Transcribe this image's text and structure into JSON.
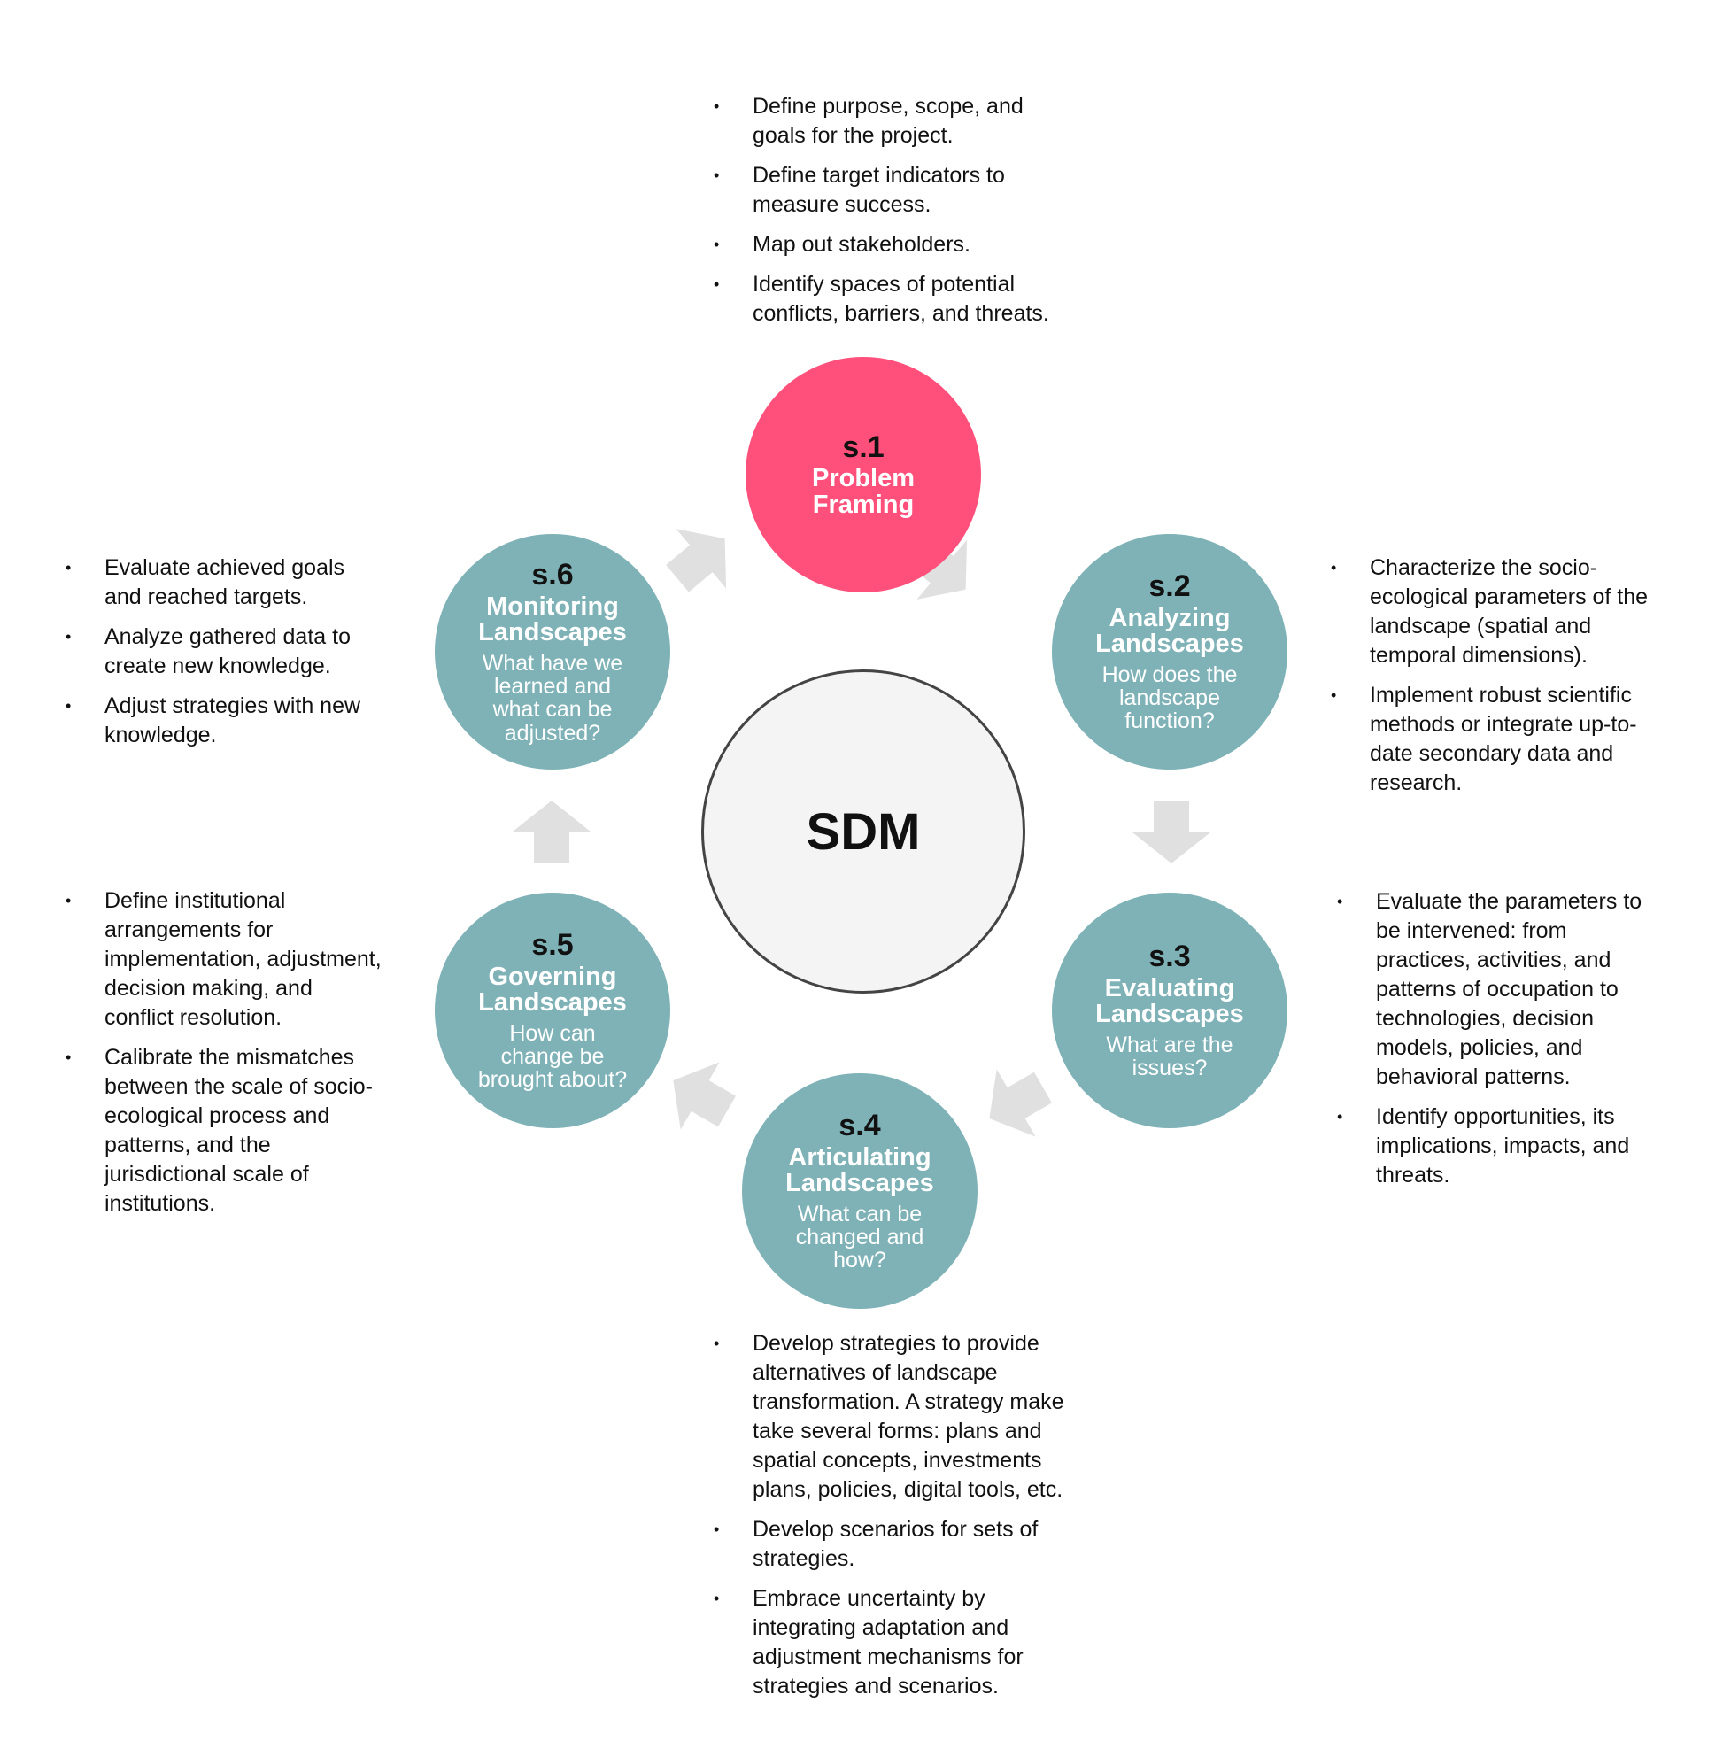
{
  "center_label": "SDM",
  "colors": {
    "teal": "#7fb2b7",
    "pink": "#ff4f7b",
    "arrow": "#e0e0e0"
  },
  "steps": {
    "s1": {
      "code": "s.1",
      "title_lines": [
        "Problem",
        "Framing"
      ],
      "question_lines": []
    },
    "s2": {
      "code": "s.2",
      "title_lines": [
        "Analyzing",
        "Landscapes"
      ],
      "question_lines": [
        "How does the",
        "landscape",
        "function?"
      ]
    },
    "s3": {
      "code": "s.3",
      "title_lines": [
        "Evaluating",
        "Landscapes"
      ],
      "question_lines": [
        "What are the",
        "issues?"
      ]
    },
    "s4": {
      "code": "s.4",
      "title_lines": [
        "Articulating",
        "Landscapes"
      ],
      "question_lines": [
        "What can be",
        "changed and",
        "how?"
      ]
    },
    "s5": {
      "code": "s.5",
      "title_lines": [
        "Governing",
        "Landscapes"
      ],
      "question_lines": [
        "How can",
        "change be",
        "brought about?"
      ]
    },
    "s6": {
      "code": "s.6",
      "title_lines": [
        "Monitoring",
        "Landscapes"
      ],
      "question_lines": [
        "What have we",
        "learned and",
        "what can be",
        "adjusted?"
      ]
    }
  },
  "bullets": {
    "s1": [
      [
        "Define purpose, scope, and",
        "goals for the project."
      ],
      [
        "Define target indicators to",
        "measure success."
      ],
      [
        "Map out stakeholders."
      ],
      [
        "Identify spaces of potential",
        "conflicts, barriers, and threats."
      ]
    ],
    "s2": [
      [
        "Characterize the socio-",
        "ecological parameters of the",
        "landscape (spatial and",
        "temporal dimensions)."
      ],
      [
        "Implement robust scientific",
        "methods or integrate up-to-",
        "date secondary data and",
        "research."
      ]
    ],
    "s3": [
      [
        "Evaluate the parameters to",
        "be intervened: from",
        "practices, activities, and",
        "patterns of occupation to",
        "technologies, decision",
        "models, policies, and",
        "behavioral patterns."
      ],
      [
        "Identify opportunities, its",
        "implications, impacts, and",
        "threats."
      ]
    ],
    "s4": [
      [
        "Develop strategies to provide",
        "alternatives of landscape",
        "transformation. A strategy make",
        "take several forms: plans and",
        "spatial concepts, investments",
        "plans, policies, digital tools, etc."
      ],
      [
        "Develop scenarios for sets of",
        "strategies."
      ],
      [
        "Embrace uncertainty by",
        "integrating adaptation and",
        "adjustment mechanisms for",
        "strategies and scenarios."
      ]
    ],
    "s5": [
      [
        "Define institutional",
        "arrangements for",
        "implementation, adjustment,",
        "decision making, and",
        "conflict resolution."
      ],
      [
        "Calibrate the mismatches",
        "between the scale of socio-",
        "ecological process and",
        "patterns, and the",
        "jurisdictional scale of",
        "institutions."
      ]
    ],
    "s6": [
      [
        "Evaluate achieved goals",
        "and reached targets."
      ],
      [
        "Analyze gathered data to",
        "create new knowledge."
      ],
      [
        "Adjust strategies with new",
        "knowledge."
      ]
    ]
  }
}
